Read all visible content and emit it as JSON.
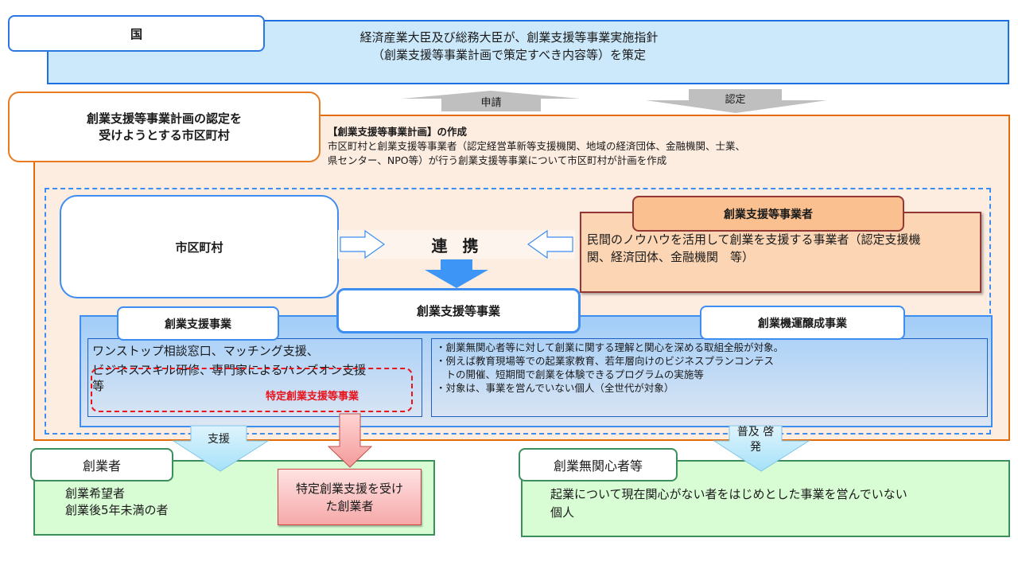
{
  "kuni": {
    "label": "国",
    "text_line1": "経済産業大臣及び総務大臣が、創業支援等事業実施指針",
    "text_line2": "（創業支援等事業計画で策定すべき内容等）を策定"
  },
  "arrows": {
    "apply": "申請",
    "approve": "認定",
    "support": "支援",
    "enlighten_line1": "普及 啓",
    "enlighten_line2": "発"
  },
  "municipality": {
    "label_line1": "創業支援等事業計画の認定を",
    "label_line2": "受けようとする市区町村",
    "plan_title": "【創業支援等事業計画】の作成",
    "plan_line1": "市区町村と創業支援等事業者（認定経営革新等支援機関、地域の経済団体、金融機関、士業、",
    "plan_line2": "県センター、NPO等）が行う創業支援等事業について市区町村が計画を作成"
  },
  "cooperation": {
    "municipality_box": "市区町村",
    "renkei": "連 携",
    "business_label": "創業支援等事業者",
    "business_line1": "民間のノウハウを活用して創業を支援する事業者（認定支援機",
    "business_line2": "関、経済団体、金融機関　等）"
  },
  "support_programs": {
    "main_label": "創業支援等事業",
    "sogyo_shien": {
      "label": "創業支援事業",
      "line1": "ワンストップ相談窓口、マッチング支援、",
      "line2": "ビジネススキル研修、専門家によるハンズオン支援",
      "line3": "等",
      "special_label": "特定創業支援等事業"
    },
    "kiun": {
      "label": "創業機運醸成事業",
      "items": [
        "・創業無関心者等に対して創業に関する理解と関心を深める取組全般が対象。",
        "・例えば教育現場等での起業家教育、若年層向けのビジネスプランコンテス",
        "　トの開催、短期間で創業を体験できるプログラムの実施等",
        "・対象は、事業を営んでいない個人（全世代が対象）"
      ]
    }
  },
  "targets": {
    "founders": {
      "label": "創業者",
      "line1": "創業希望者",
      "line2": "創業後5年未満の者",
      "special_line1": "特定創業支援を受け",
      "special_line2": "た創業者"
    },
    "uninterested": {
      "label": "創業無関心者等",
      "line1": "起業について現在関心がない者をはじめとした事業を営んでいない",
      "line2": "個人"
    }
  },
  "colors": {
    "blue_accent": "#3d8ef0",
    "orange_accent": "#e36c0a",
    "green_accent": "#3a8f5c",
    "red_accent": "#e8141c"
  }
}
